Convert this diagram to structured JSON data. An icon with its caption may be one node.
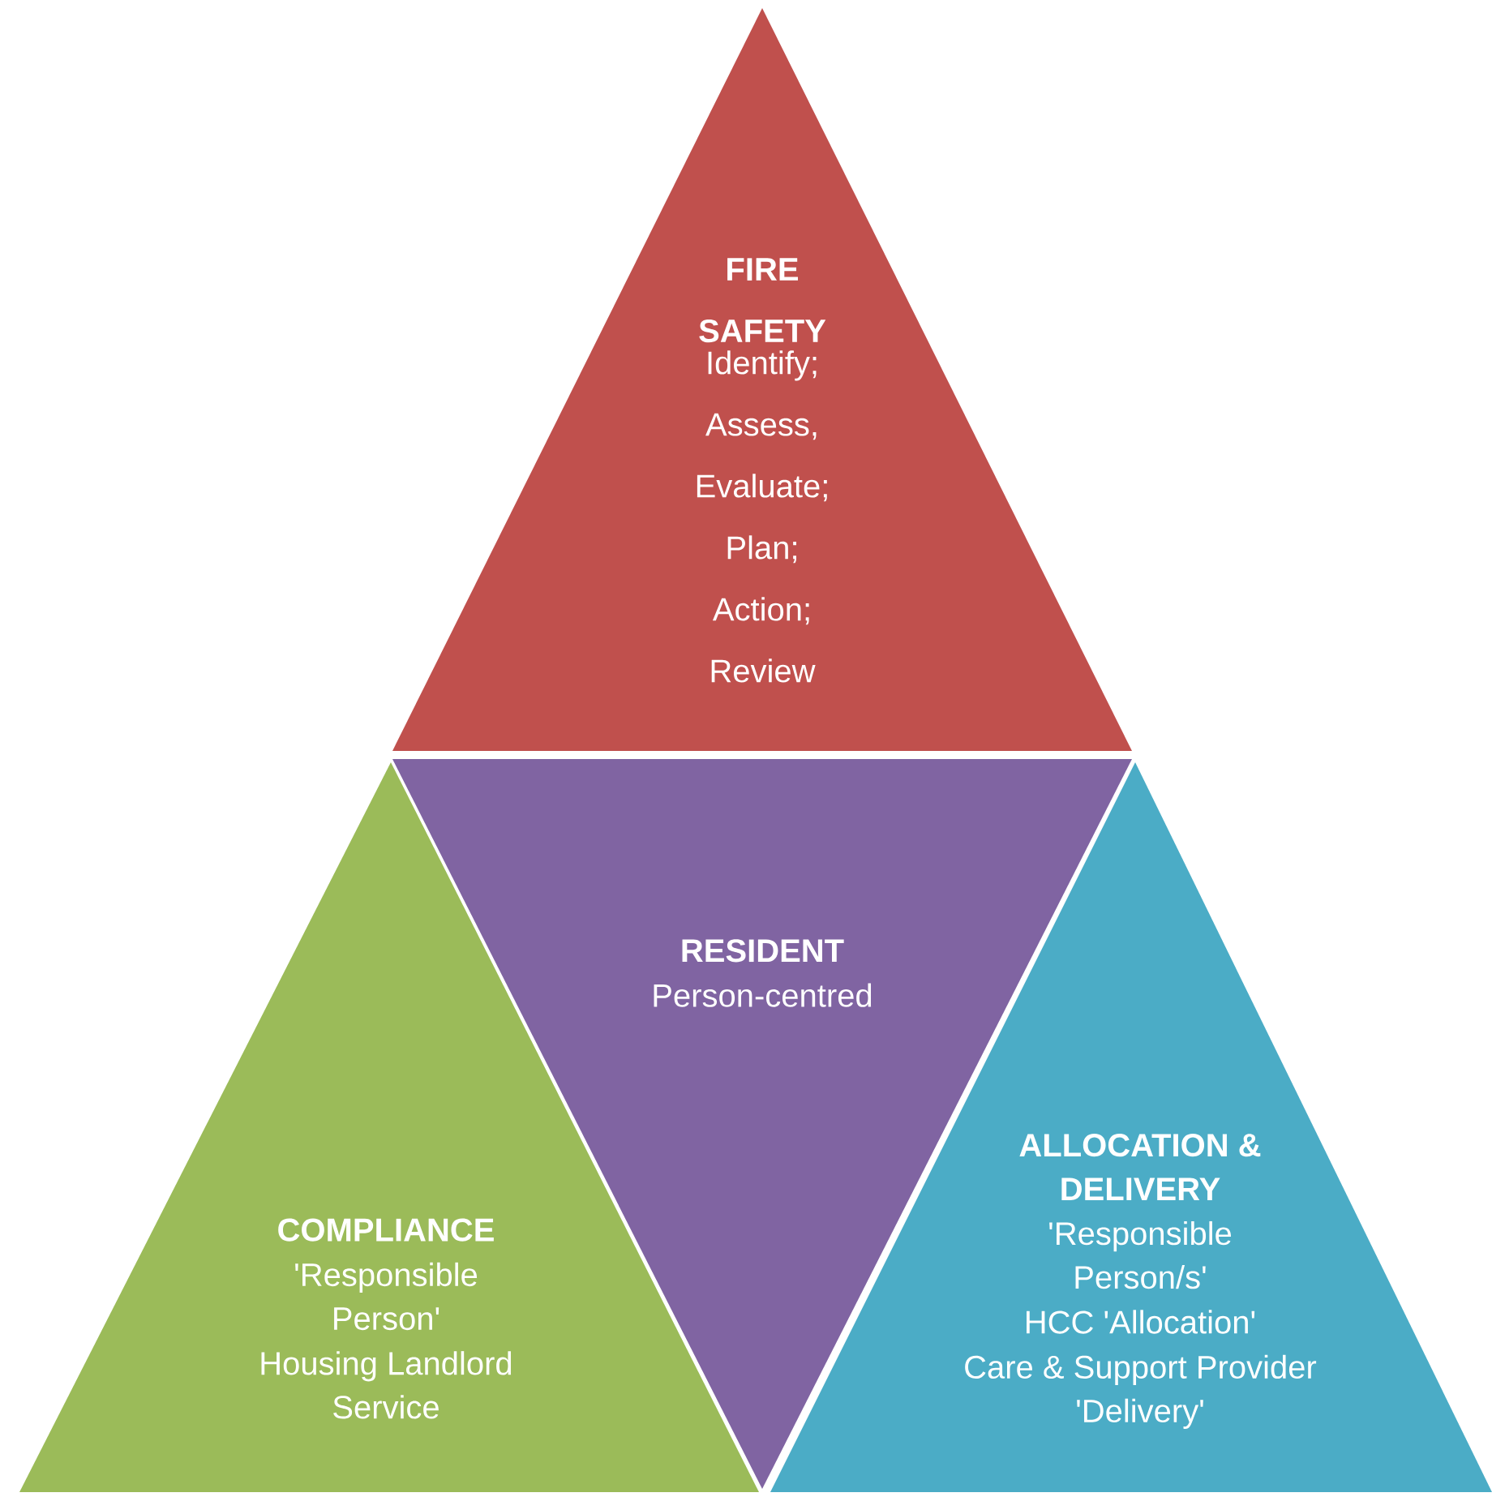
{
  "diagram": {
    "nodes": [
      {
        "text": [
          "FIRE SAFETY",
          "Identify; Assess, Evaluate; Plan; Action; Review"
        ]
      },
      {
        "text": [
          "RESIDENT",
          "Person-centred"
        ]
      },
      {
        "text": [
          "COMPLIANCE",
          "'Responsible Person'",
          "Housing Landlord Service"
        ]
      },
      {
        "text": [
          "ALLOCATION & DELIVERY",
          "'Responsible Person/s'",
          "HCC 'Allocation'",
          "Care & Support Provider 'Delivery'"
        ]
      }
    ]
  }
}
